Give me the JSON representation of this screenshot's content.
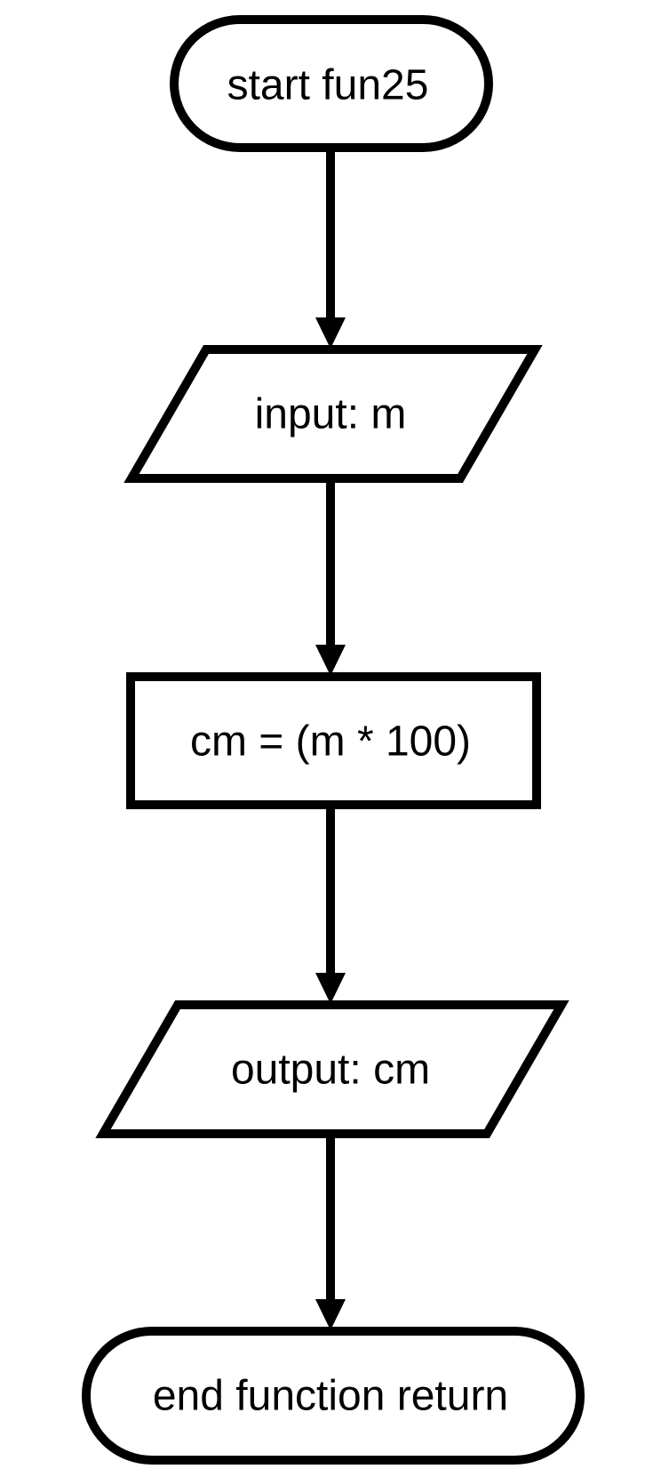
{
  "diagram": {
    "type": "flowchart",
    "nodes": [
      {
        "id": "start",
        "shape": "terminator",
        "label": "start fun25"
      },
      {
        "id": "input",
        "shape": "parallelogram",
        "label": "input: m"
      },
      {
        "id": "process",
        "shape": "rectangle",
        "label": "cm = (m * 100)"
      },
      {
        "id": "output",
        "shape": "parallelogram",
        "label": "output: cm"
      },
      {
        "id": "end",
        "shape": "terminator",
        "label": "end function return"
      }
    ],
    "edges": [
      {
        "from": "start",
        "to": "input"
      },
      {
        "from": "input",
        "to": "process"
      },
      {
        "from": "process",
        "to": "output"
      },
      {
        "from": "output",
        "to": "end"
      }
    ],
    "colors": {
      "stroke": "#000000",
      "fill": "#ffffff",
      "text": "#000000"
    }
  }
}
